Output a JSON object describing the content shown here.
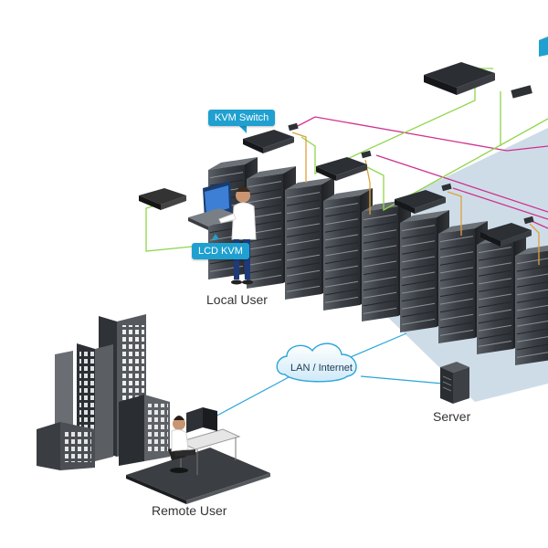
{
  "diagram": {
    "callouts": {
      "kvm_switch": "KVM Switch",
      "lcd_kvm": "LCD KVM"
    },
    "labels": {
      "local_user": "Local User",
      "remote_user": "Remote User",
      "server": "Server",
      "network": "LAN / Internet"
    },
    "colors": {
      "magenta_cable": "#d0308f",
      "green_cable": "#8fd64a",
      "orange_cable": "#e0a03a",
      "blue_cable": "#2aa6d8",
      "callout_bg": "#1fa0d0",
      "floor": "#c5d6e4"
    }
  }
}
